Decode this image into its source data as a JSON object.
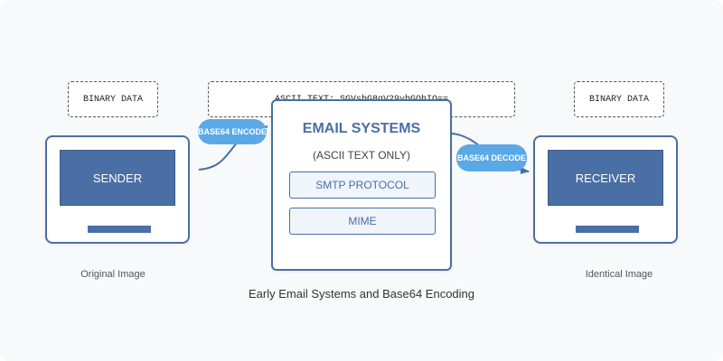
{
  "tags": {
    "sender_binary": "BINARY DATA",
    "ascii_text": "ASCII TEXT: SGVsbG8gV29ybGQhIQ==",
    "receiver_binary": "BINARY DATA"
  },
  "sender": {
    "label": "SENDER",
    "caption": "Original Image"
  },
  "receiver": {
    "label": "RECEIVER",
    "caption": "Identical Image"
  },
  "email_systems": {
    "title": "EMAIL SYSTEMS",
    "subtitle": "(ASCII TEXT ONLY)",
    "protocols": [
      "SMTP PROTOCOL",
      "MIME"
    ]
  },
  "steps": {
    "encode": "BASE64 ENCODE",
    "decode": "BASE64 DECODE"
  },
  "caption": "Early Email Systems and Base64 Encoding",
  "colors": {
    "primary": "#4a6fa5",
    "accent": "#5aa9e6",
    "background": "#f8f9fa"
  }
}
